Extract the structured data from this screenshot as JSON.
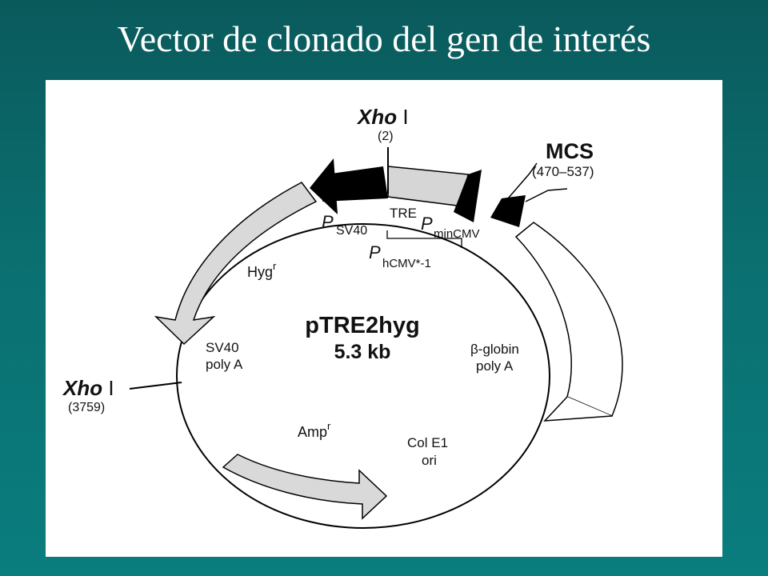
{
  "slide": {
    "title": "Vector de clonado del gen de interés"
  },
  "plasmid": {
    "name": "pTRE2hyg",
    "size": "5.3 kb",
    "xho_top": {
      "name_italic": "Xho",
      "name_roman": " I",
      "position": "(2)"
    },
    "xho_left": {
      "name_italic": "Xho",
      "name_roman": " I",
      "position": "(3759)"
    },
    "mcs": {
      "name": "MCS",
      "range": "(470–537)"
    },
    "features": {
      "psv40": {
        "p": "P",
        "sub": "SV40"
      },
      "tre": "TRE",
      "pmincmv": {
        "p": "P",
        "sub": "minCMV"
      },
      "phcmv": {
        "p": "P",
        "sub": "hCMV*-1"
      },
      "hygr": {
        "base": "Hyg",
        "sup": "r"
      },
      "sv40_polya": {
        "line1": "SV40",
        "line2": "poly A"
      },
      "bglobin": {
        "line1": "β-globin",
        "line2": "poly A"
      },
      "ampr": {
        "base": "Amp",
        "sup": "r"
      },
      "colE1": {
        "line1": "Col E1",
        "line2": "ori"
      }
    }
  },
  "colors": {
    "background_top": "#0a5a5c",
    "background_bottom": "#0a7d7e",
    "panel": "#ffffff",
    "segment_gray": "#d6d6d6",
    "segment_black": "#000000"
  }
}
